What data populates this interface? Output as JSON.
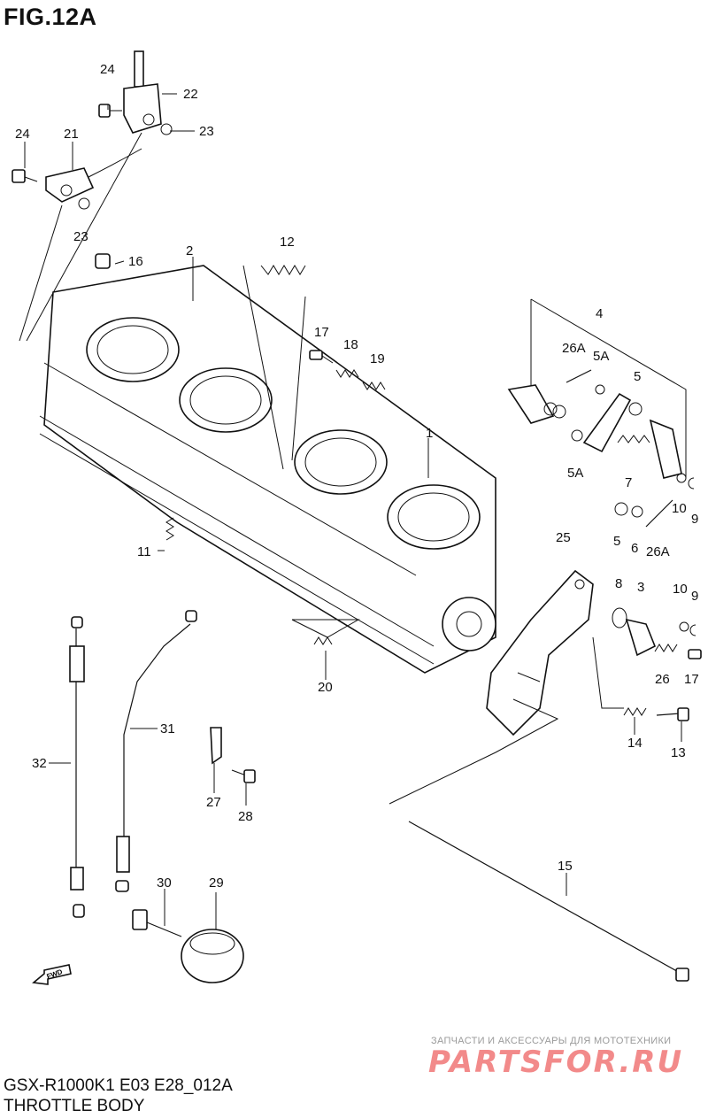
{
  "figure": {
    "title": "FIG.12A"
  },
  "footer": {
    "model": "GSX-R1000K1 E03 E28_012A",
    "section": "THROTTLE BODY"
  },
  "watermark": {
    "tagline": "ЗАПЧАСТИ И АКСЕССУАРЫ ДЛЯ МОТОТЕХНИКИ",
    "brand": "PARTSFOR.RU",
    "brand_color": "#f28a8a"
  },
  "fwd_marker": {
    "text": "FWD",
    "icon": "arrow-left-icon"
  },
  "callouts": {
    "c1": "1",
    "c2": "2",
    "c3": "3",
    "c4": "4",
    "c5a": "5",
    "c5b": "5",
    "c5A_a": "5A",
    "c5A_b": "5A",
    "c6": "6",
    "c7": "7",
    "c8": "8",
    "c9a": "9",
    "c9b": "9",
    "c10a": "10",
    "c10b": "10",
    "c11": "11",
    "c12": "12",
    "c13": "13",
    "c14": "14",
    "c15": "15",
    "c16": "16",
    "c17a": "17",
    "c17b": "17",
    "c18": "18",
    "c19": "19",
    "c20": "20",
    "c21": "21",
    "c22": "22",
    "c23a": "23",
    "c23b": "23",
    "c24a": "24",
    "c24b": "24",
    "c25": "25",
    "c26": "26",
    "c26A_a": "26A",
    "c26A_b": "26A",
    "c27": "27",
    "c28": "28",
    "c29": "29",
    "c30": "30",
    "c31": "31",
    "c32": "32"
  }
}
